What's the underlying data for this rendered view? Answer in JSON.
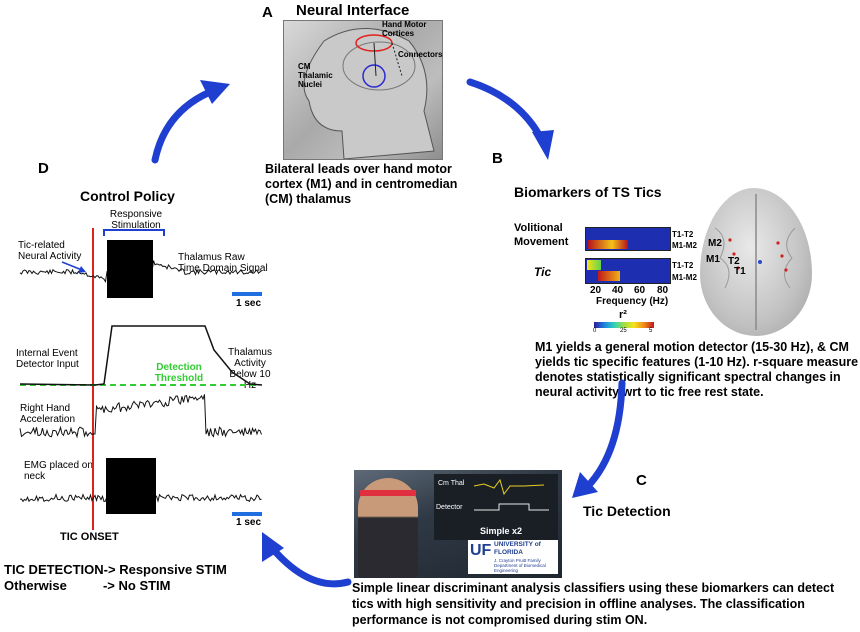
{
  "panels": {
    "a": {
      "letter": "A",
      "title": "Neural Interface",
      "labels": {
        "hand_motor": "Hand Motor Cortices",
        "cm_nuclei": "CM Thalamic Nuclei",
        "connectors": "Connectors"
      },
      "caption": "Bilateral leads over hand motor cortex (M1) and in centromedian (CM) thalamus"
    },
    "b": {
      "letter": "B",
      "title": "Biomarkers of TS Tics",
      "row1_label": "Volitional Movement",
      "row2_label": "Tic",
      "channel_labels": [
        "T1-T2",
        "M1-M2",
        "T1-T2",
        "M1-M2"
      ],
      "freq_ticks": [
        "20",
        "40",
        "60",
        "80"
      ],
      "xaxis_label": "Frequency (Hz)",
      "colorbar_label": "r²",
      "colorbar_ticks": [
        "0",
        "25",
        "5"
      ],
      "brain_labels": [
        "M2",
        "M1",
        "T2",
        "T1"
      ],
      "caption": "M1 yields a general motion detector (15-30 Hz), & CM yields tic specific features (1-10 Hz). r-square measure denotes statistically significant spectral changes in neural activity wrt to tic free rest state."
    },
    "c": {
      "letter": "C",
      "title": "Tic Detection",
      "screen_labels": {
        "cm_thal": "Cm Thal",
        "detector": "Detector",
        "speed": "Simple x2"
      },
      "logo": {
        "uf": "UF",
        "university": "UNIVERSITY of FLORIDA",
        "department": "J. Crayton Pruitt Family Department of Biomedical Engineering"
      },
      "caption": "Simple linear discriminant analysis classifiers using these biomarkers can detect tics with high sensitivity and precision in offline analyses. The classification performance is not compromised during stim ON."
    },
    "d": {
      "letter": "D",
      "title": "Control Policy",
      "responsive_stim": "Responsive Stimulation",
      "tic_activity": "Tic-related Neural Activity",
      "thalamus_raw": "Thalamus Raw Time Domain Signal",
      "scale1": "1 sec",
      "internal_event": "Internal Event Detector Input",
      "threshold": "Detection Threshold",
      "thalamus_activity": "Thalamus Activity Below 10 Hz",
      "right_hand": "Right Hand Acceleration",
      "emg": "EMG placed on neck",
      "scale2": "1 sec",
      "tic_onset": "TIC ONSET",
      "policy_line1": "TIC DETECTION-> Responsive STIM",
      "policy_line2": "Otherwise          -> No STIM"
    }
  },
  "colors": {
    "arrow": "#1f3fd0",
    "onset": "#e0201a",
    "threshold": "#33cc33",
    "scale_bar": "#1f6fe0"
  }
}
